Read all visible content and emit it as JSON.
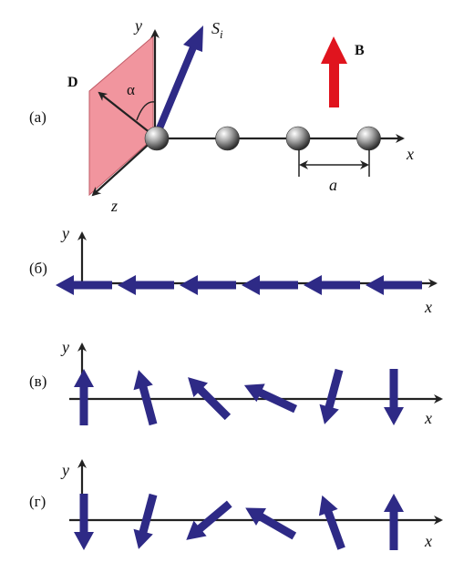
{
  "panels": {
    "a": {
      "label": "(а)",
      "axis_x": "x",
      "axis_y": "y",
      "axis_z": "z",
      "vector_d": "D",
      "angle": "α",
      "spin": "S",
      "spin_sub": "i",
      "field": "B",
      "spacing": "a",
      "atoms_count": 4
    },
    "b": {
      "label": "(б)",
      "axis_x": "x",
      "axis_y": "y",
      "spin_angles_deg": [
        180,
        180,
        180,
        180,
        180,
        180
      ]
    },
    "c": {
      "label": "(в)",
      "axis_x": "x",
      "axis_y": "y",
      "spin_angles_deg": [
        90,
        105,
        135,
        155,
        255,
        270
      ]
    },
    "d": {
      "label": "(г)",
      "axis_x": "x",
      "axis_y": "y",
      "spin_angles_deg": [
        270,
        255,
        220,
        150,
        110,
        90
      ]
    }
  },
  "colors": {
    "spin": "#2e2a86",
    "field": "#e0141e",
    "plane": "#f08a94",
    "axis": "#222222",
    "atom": "#8a8a8a"
  }
}
